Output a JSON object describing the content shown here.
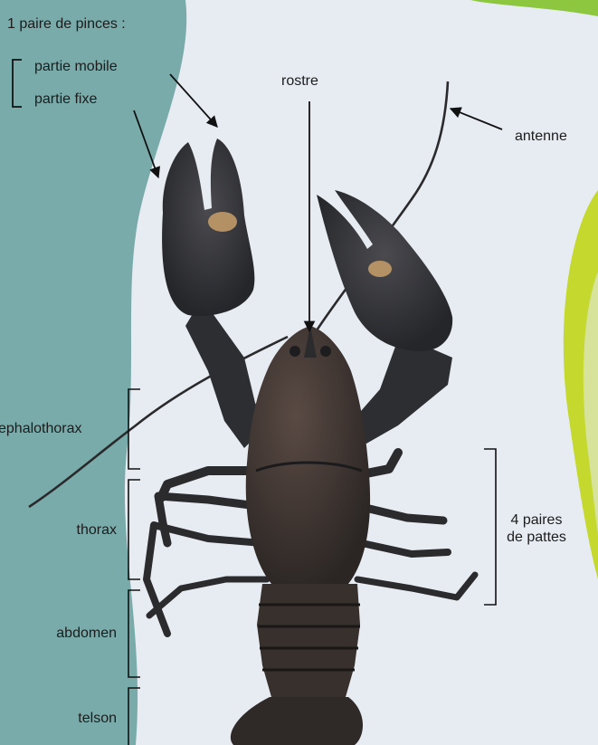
{
  "labels": {
    "pincers_title": "1 paire de pinces :",
    "mobile_part": "partie mobile",
    "fixed_part": "partie fixe",
    "rostrum": "rostre",
    "antenna": "antenne",
    "cephalothorax": "ephalothorax",
    "thorax": "thorax",
    "abdomen": "abdomen",
    "telson": "telson",
    "legs_line1": "4 paires",
    "legs_line2": "de pattes"
  },
  "colors": {
    "teal_panel": "#7aabab",
    "light_background": "#e7ecf3",
    "green_accent": "#8dc63f",
    "yellow_green_accent": "#c4d82e",
    "crayfish_body": "#2e2f33",
    "crayfish_abdomen": "#3a3331",
    "claw_spot": "#c9a06a",
    "label_text": "#1c1c1c"
  }
}
